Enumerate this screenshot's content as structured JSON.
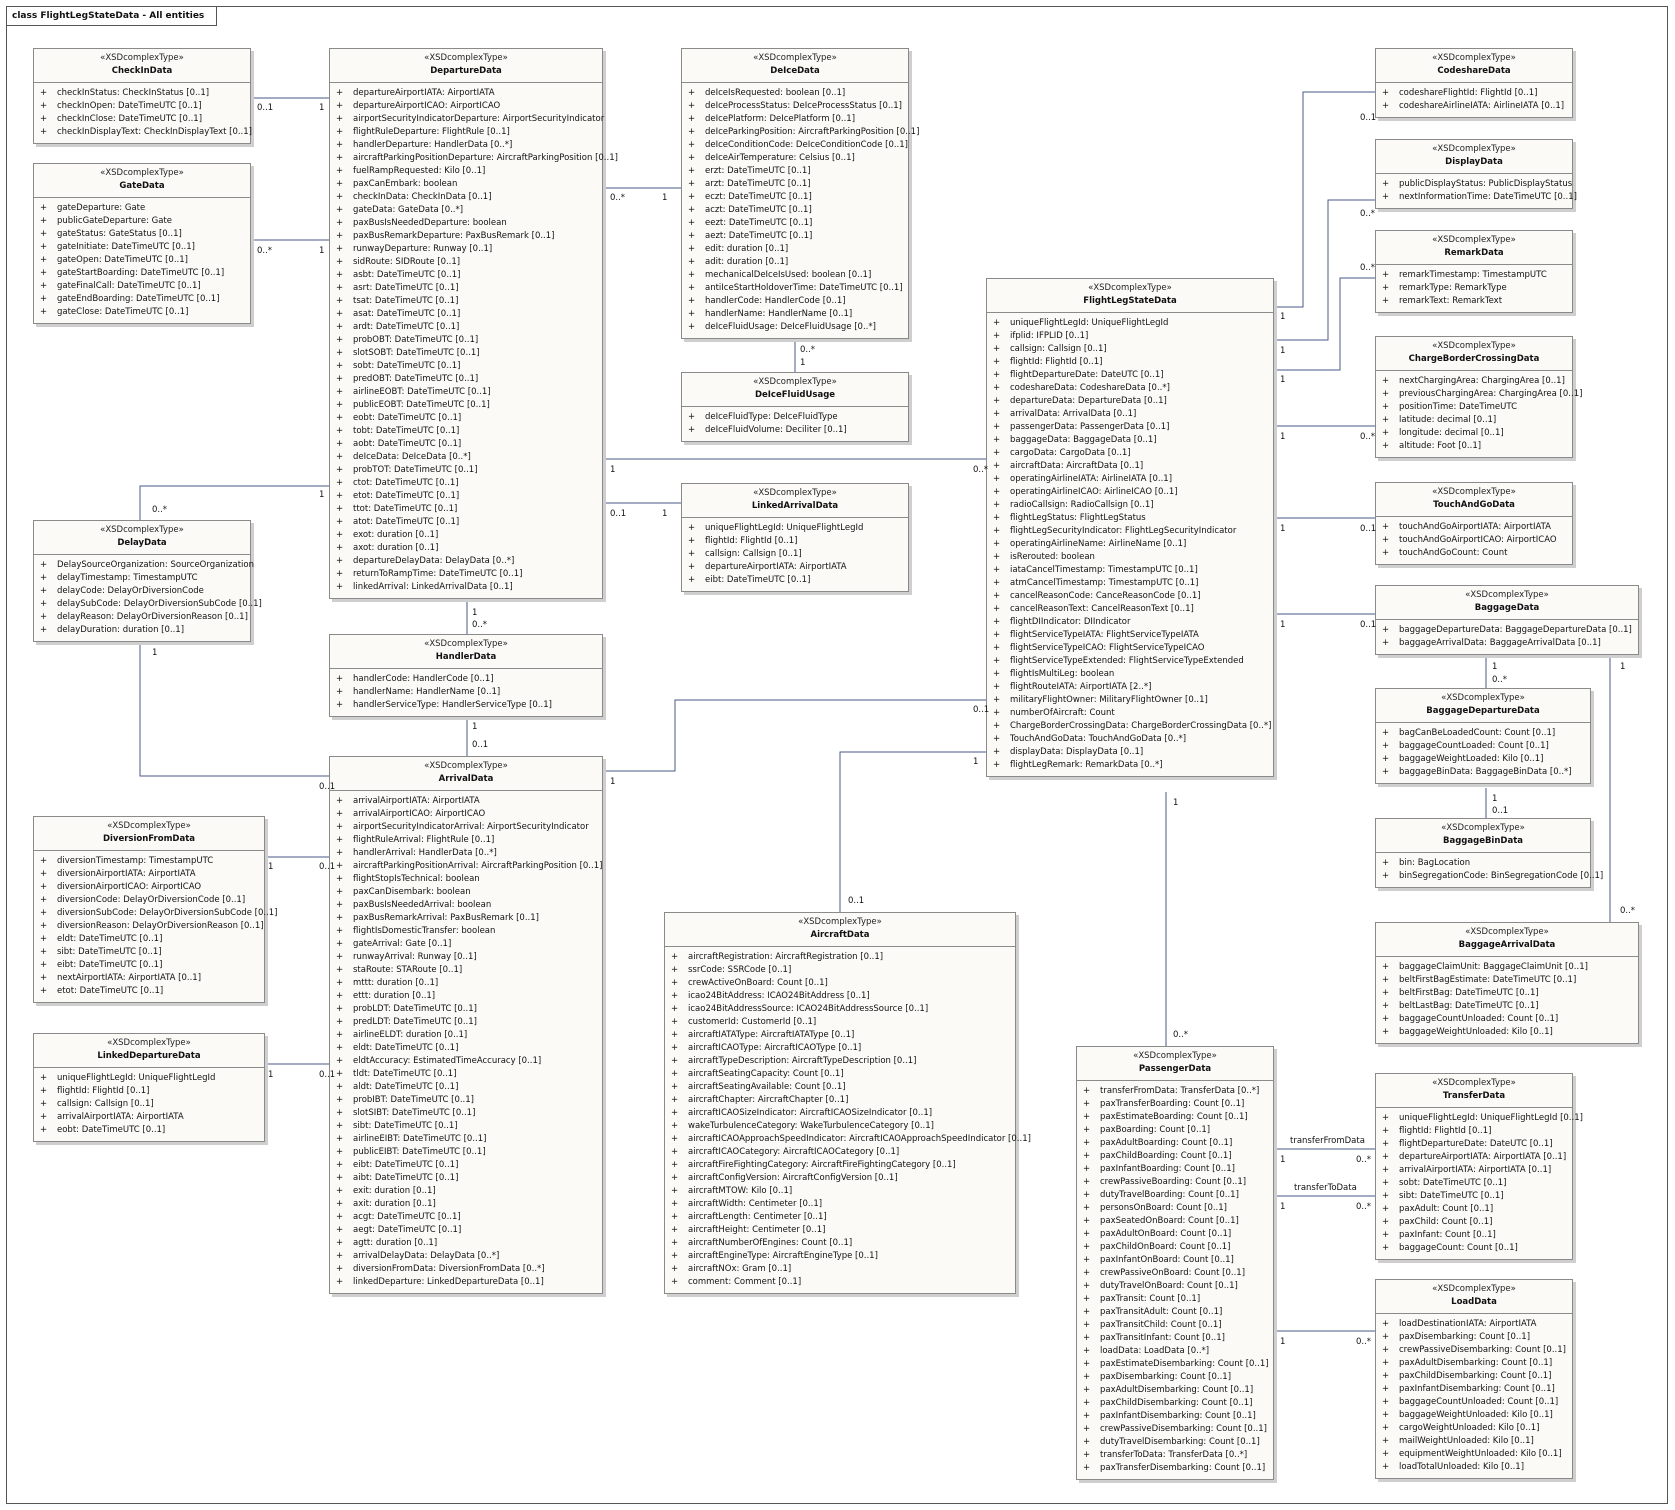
{
  "frame_title": "class FlightLegStateData - All entities",
  "stereotype": "«XSDcomplexType»",
  "visibility": "+",
  "classes": {
    "CheckInData": {
      "name": "CheckInData",
      "attrs": [
        "checkInStatus: CheckInStatus [0..1]",
        "checkInOpen: DateTimeUTC [0..1]",
        "checkInClose: DateTimeUTC [0..1]",
        "checkInDisplayText: CheckInDisplayText [0..1]"
      ]
    },
    "GateData": {
      "name": "GateData",
      "attrs": [
        "gateDeparture: Gate",
        "publicGateDeparture: Gate",
        "gateStatus: GateStatus [0..1]",
        "gateInitiate: DateTimeUTC [0..1]",
        "gateOpen: DateTimeUTC [0..1]",
        "gateStartBoarding: DateTimeUTC [0..1]",
        "gateFinalCall: DateTimeUTC [0..1]",
        "gateEndBoarding: DateTimeUTC [0..1]",
        "gateClose: DateTimeUTC [0..1]"
      ]
    },
    "DelayData": {
      "name": "DelayData",
      "attrs": [
        "DelaySourceOrganization: SourceOrganization",
        "delayTimestamp: TimestampUTC",
        "delayCode: DelayOrDiversionCode",
        "delaySubCode: DelayOrDiversionSubCode [0..1]",
        "delayReason: DelayOrDiversionReason [0..1]",
        "delayDuration: duration [0..1]"
      ]
    },
    "DiversionFromData": {
      "name": "DiversionFromData",
      "attrs": [
        "diversionTimestamp: TimestampUTC",
        "diversionAirportIATA: AirportIATA",
        "diversionAirportICAO: AirportICAO",
        "diversionCode: DelayOrDiversionCode [0..1]",
        "diversionSubCode: DelayOrDiversionSubCode [0..1]",
        "diversionReason: DelayOrDiversionReason [0..1]",
        "eldt: DateTimeUTC [0..1]",
        "sibt: DateTimeUTC [0..1]",
        "eibt: DateTimeUTC [0..1]",
        "nextAirportIATA: AirportIATA [0..1]",
        "etot: DateTimeUTC [0..1]"
      ]
    },
    "LinkedDepartureData": {
      "name": "LinkedDepartureData",
      "attrs": [
        "uniqueFlightLegId: UniqueFlightLegId",
        "flightId: FlightId [0..1]",
        "callsign: Callsign [0..1]",
        "arrivalAirportIATA: AirportIATA",
        "eobt: DateTimeUTC [0..1]"
      ]
    },
    "DepartureData": {
      "name": "DepartureData",
      "attrs": [
        "departureAirportIATA: AirportIATA",
        "departureAirportICAO: AirportICAO",
        "airportSecurityIndicatorDeparture: AirportSecurityIndicator",
        "flightRuleDeparture: FlightRule [0..1]",
        "handlerDeparture: HandlerData [0..*]",
        "aircraftParkingPositionDeparture: AircraftParkingPosition [0..1]",
        "fuelRampRequested: Kilo [0..1]",
        "paxCanEmbark: boolean",
        "checkInData: CheckInData [0..1]",
        "gateData: GateData [0..*]",
        "paxBusIsNeededDeparture: boolean",
        "paxBusRemarkDeparture: PaxBusRemark [0..1]",
        "runwayDeparture: Runway [0..1]",
        "sidRoute: SIDRoute [0..1]",
        "asbt: DateTimeUTC [0..1]",
        "asrt: DateTimeUTC [0..1]",
        "tsat: DateTimeUTC [0..1]",
        "asat: DateTimeUTC [0..1]",
        "ardt: DateTimeUTC [0..1]",
        "probOBT: DateTimeUTC [0..1]",
        "slotSOBT: DateTimeUTC [0..1]",
        "sobt: DateTimeUTC [0..1]",
        "predOBT: DateTimeUTC [0..1]",
        "airlineEOBT: DateTimeUTC [0..1]",
        "publicEOBT: DateTimeUTC [0..1]",
        "eobt: DateTimeUTC [0..1]",
        "tobt: DateTimeUTC [0..1]",
        "aobt: DateTimeUTC [0..1]",
        "deIceData: DeIceData [0..*]",
        "probTOT: DateTimeUTC [0..1]",
        "ctot: DateTimeUTC [0..1]",
        "etot: DateTimeUTC [0..1]",
        "ttot: DateTimeUTC [0..1]",
        "atot: DateTimeUTC [0..1]",
        "exot: duration [0..1]",
        "axot: duration [0..1]",
        "departureDelayData: DelayData [0..*]",
        "returnToRampTime: DateTimeUTC [0..1]",
        "linkedArrival: LinkedArrivalData [0..1]"
      ]
    },
    "HandlerData": {
      "name": "HandlerData",
      "attrs": [
        "handlerCode: HandlerCode [0..1]",
        "handlerName: HandlerName [0..1]",
        "handlerServiceType: HandlerServiceType [0..1]"
      ]
    },
    "ArrivalData": {
      "name": "ArrivalData",
      "attrs": [
        "arrivalAirportIATA: AirportIATA",
        "arrivalAirportICAO: AirportICAO",
        "airportSecurityIndicatorArrival: AirportSecurityIndicator",
        "flightRuleArrival: FlightRule [0..1]",
        "handlerArrival: HandlerData [0..*]",
        "aircraftParkingPositionArrival: AircraftParkingPosition [0..1]",
        "flightStopIsTechnical: boolean",
        "paxCanDisembark: boolean",
        "paxBusIsNeededArrival: boolean",
        "paxBusRemarkArrival: PaxBusRemark [0..1]",
        "flightIsDomesticTransfer: boolean",
        "gateArrival: Gate [0..1]",
        "runwayArrival: Runway [0..1]",
        "staRoute: STARoute [0..1]",
        "mttt: duration [0..1]",
        "ettt: duration [0..1]",
        "probLDT: DateTimeUTC [0..1]",
        "predLDT: DateTimeUTC [0..1]",
        "airlineELDT: duration [0..1]",
        "eldt: DateTimeUTC [0..1]",
        "eldtAccuracy: EstimatedTimeAccuracy [0..1]",
        "tldt: DateTimeUTC [0..1]",
        "aldt: DateTimeUTC [0..1]",
        "probIBT: DateTimeUTC [0..1]",
        "slotSIBT: DateTimeUTC [0..1]",
        "sibt: DateTimeUTC [0..1]",
        "airlineEIBT: DateTimeUTC [0..1]",
        "publicEIBT: DateTimeUTC [0..1]",
        "eibt: DateTimeUTC [0..1]",
        "aibt: DateTimeUTC [0..1]",
        "exit: duration [0..1]",
        "axit: duration [0..1]",
        "acgt: DateTimeUTC [0..1]",
        "aegt: DateTimeUTC [0..1]",
        "agtt: duration [0..1]",
        "arrivalDelayData: DelayData [0..*]",
        "diversionFromData: DiversionFromData [0..*]",
        "linkedDeparture: LinkedDepartureData [0..1]"
      ]
    },
    "DeIceData": {
      "name": "DeIceData",
      "attrs": [
        "deIceIsRequested: boolean [0..1]",
        "deIceProcessStatus: DeIceProcessStatus [0..1]",
        "deIcePlatform: DeIcePlatform [0..1]",
        "deIceParkingPosition: AircraftParkingPosition [0..1]",
        "deIceConditionCode: DeIceConditionCode [0..1]",
        "deIceAirTemperature: Celsius [0..1]",
        "erzt: DateTimeUTC [0..1]",
        "arzt: DateTimeUTC [0..1]",
        "eczt: DateTimeUTC [0..1]",
        "aczt: DateTimeUTC [0..1]",
        "eezt: DateTimeUTC [0..1]",
        "aezt: DateTimeUTC [0..1]",
        "edit: duration [0..1]",
        "adit: duration [0..1]",
        "mechanicalDeIceIsUsed: boolean [0..1]",
        "antiIceStartHoldoverTime: DateTimeUTC [0..1]",
        "handlerCode: HandlerCode [0..1]",
        "handlerName: HandlerName [0..1]",
        "deIceFluidUsage: DeIceFluidUsage [0..*]"
      ]
    },
    "DeIceFluidUsage": {
      "name": "DeIceFluidUsage",
      "attrs": [
        "deIceFluidType: DeIceFluidType",
        "deIceFluidVolume: Deciliter [0..1]"
      ]
    },
    "LinkedArrivalData": {
      "name": "LinkedArrivalData",
      "attrs": [
        "uniqueFlightLegId: UniqueFlightLegId",
        "flightId: FlightId [0..1]",
        "callsign: Callsign [0..1]",
        "departureAirportIATA: AirportIATA",
        "eibt: DateTimeUTC [0..1]"
      ]
    },
    "AircraftData": {
      "name": "AircraftData",
      "attrs": [
        "aircraftRegistration: AircraftRegistration [0..1]",
        "ssrCode: SSRCode [0..1]",
        "crewActiveOnBoard: Count [0..1]",
        "icao24BitAddress: ICAO24BitAddress [0..1]",
        "icao24BitAddressSource: ICAO24BitAddressSource [0..1]",
        "customerId: CustomerId [0..1]",
        "aircraftIATAType: AircraftIATAType [0..1]",
        "aircraftICAOType: AircraftICAOType [0..1]",
        "aircraftTypeDescription: AircraftTypeDescription [0..1]",
        "aircraftSeatingCapacity: Count [0..1]",
        "aircraftSeatingAvailable: Count [0..1]",
        "aircraftChapter: AircraftChapter [0..1]",
        "aircraftICAOSizeIndicator: AircraftICAOSizeIndicator [0..1]",
        "wakeTurbulenceCategory: WakeTurbulenceCategory [0..1]",
        "aircraftICAOApproachSpeedIndicator: AircraftICAOApproachSpeedIndicator [0..1]",
        "aircraftICAOCategory: AircraftICAOCategory [0..1]",
        "aircraftFireFightingCategory: AircraftFireFightingCategory [0..1]",
        "aircraftConfigVersion: AircraftConfigVersion [0..1]",
        "aircraftMTOW: Kilo [0..1]",
        "aircraftWidth: Centimeter [0..1]",
        "aircraftLength: Centimeter [0..1]",
        "aircraftHeight: Centimeter [0..1]",
        "aircraftNumberOfEngines: Count [0..1]",
        "aircraftEngineType: AircraftEngineType [0..1]",
        "aircraftNOx: Gram [0..1]",
        "comment: Comment [0..1]"
      ]
    },
    "FlightLegStateData": {
      "name": "FlightLegStateData",
      "attrs": [
        "uniqueFlightLegId: UniqueFlightLegId",
        "ifplid: IFPLID [0..1]",
        "callsign: Callsign [0..1]",
        "flightId: FlightId [0..1]",
        "flightDepartureDate: DateUTC [0..1]",
        "codeshareData: CodeshareData [0..*]",
        "departureData: DepartureData [0..1]",
        "arrivalData: ArrivalData [0..1]",
        "passengerData: PassengerData [0..1]",
        "baggageData: BaggageData [0..1]",
        "cargoData: CargoData [0..1]",
        "aircraftData: AircraftData [0..1]",
        "operatingAirlineIATA: AirlineIATA [0..1]",
        "operatingAirlineICAO: AirlineICAO [0..1]",
        "radioCallsign: RadioCallsign [0..1]",
        "flightLegStatus: FlightLegStatus",
        "flightLegSecurityIndicator: FlightLegSecurityIndicator",
        "operatingAirlineName: AirlineName [0..1]",
        "isRerouted: boolean",
        "iataCancelTimestamp: TimestampUTC [0..1]",
        "atmCancelTimestamp: TimestampUTC [0..1]",
        "cancelReasonCode: CanceReasonCode [0..1]",
        "cancelReasonText: CancelReasonText [0..1]",
        "flightDIIndicator: DIIndicator",
        "flightServiceTypeIATA: FlightServiceTypeIATA",
        "flightServiceTypeICAO: FlightServiceTypeICAO",
        "flightServiceTypeExtended: FlightServiceTypeExtended",
        "flightIsMultiLeg: boolean",
        "flightRouteIATA: AirportIATA [2..*]",
        "militaryFlightOwner: MilitaryFlightOwner [0..1]",
        "numberOfAircraft: Count",
        "ChargeBorderCrossingData: ChargeBorderCrossingData [0..*]",
        "TouchAndGoData: TouchAndGoData [0..*]",
        "displayData: DisplayData [0..1]",
        "flightLegRemark: RemarkData [0..*]"
      ]
    },
    "PassengerData": {
      "name": "PassengerData",
      "attrs": [
        "transferFromData: TransferData [0..*]",
        "paxTransferBoarding: Count [0..1]",
        "paxEstimateBoarding: Count [0..1]",
        "paxBoarding: Count [0..1]",
        "paxAdultBoarding: Count [0..1]",
        "paxChildBoarding: Count [0..1]",
        "paxInfantBoarding: Count [0..1]",
        "crewPassiveBoarding: Count [0..1]",
        "dutyTravelBoarding: Count [0..1]",
        "personsOnBoard: Count [0..1]",
        "paxSeatedOnBoard: Count [0..1]",
        "paxAdultOnBoard: Count [0..1]",
        "paxChildOnBoard: Count [0..1]",
        "paxInfantOnBoard: Count [0..1]",
        "crewPassiveOnBoard: Count [0..1]",
        "dutyTravelOnBoard: Count [0..1]",
        "paxTransit: Count [0..1]",
        "paxTransitAdult: Count [0..1]",
        "paxTransitChild: Count [0..1]",
        "paxTransitInfant: Count [0..1]",
        "loadData: LoadData [0..*]",
        "paxEstimateDisembarking: Count [0..1]",
        "paxDisembarking: Count [0..1]",
        "paxAdultDisembarking: Count [0..1]",
        "paxChildDisembarking: Count [0..1]",
        "paxInfantDisembarking: Count [0..1]",
        "crewPassiveDisembarking: Count [0..1]",
        "dutyTravelDisembarking: Count [0..1]",
        "transferToData: TransferData [0..*]",
        "paxTransferDisembarking: Count [0..1]"
      ]
    },
    "CodeshareData": {
      "name": "CodeshareData",
      "attrs": [
        "codeshareFlightId: FlightId [0..1]",
        "codeshareAirlineIATA: AirlineIATA [0..1]"
      ]
    },
    "DisplayData": {
      "name": "DisplayData",
      "attrs": [
        "publicDisplayStatus: PublicDisplayStatus",
        "nextInformationTime: DateTimeUTC [0..1]"
      ]
    },
    "RemarkData": {
      "name": "RemarkData",
      "attrs": [
        "remarkTimestamp: TimestampUTC",
        "remarkType: RemarkType",
        "remarkText: RemarkText"
      ]
    },
    "ChargeBorderCrossingData": {
      "name": "ChargeBorderCrossingData",
      "attrs": [
        "nextChargingArea: ChargingArea [0..1]",
        "previousChargingArea: ChargingArea [0..1]",
        "positionTime: DateTimeUTC",
        "latitude: decimal [0..1]",
        "longitude: decimal [0..1]",
        "altitude: Foot [0..1]"
      ]
    },
    "TouchAndGoData": {
      "name": "TouchAndGoData",
      "attrs": [
        "touchAndGoAirportIATA: AirportIATA",
        "touchAndGoAirportICAO: AirportICAO",
        "touchAndGoCount: Count"
      ]
    },
    "BaggageData": {
      "name": "BaggageData",
      "attrs": [
        "baggageDepartureData: BaggageDepartureData [0..1]",
        "baggageArrivalData: BaggageArrivalData [0..1]"
      ]
    },
    "BaggageDepartureData": {
      "name": "BaggageDepartureData",
      "attrs": [
        "bagCanBeLoadedCount: Count [0..1]",
        "baggageCountLoaded: Count [0..1]",
        "baggageWeightLoaded: Kilo [0..1]",
        "baggageBinData: BaggageBinData [0..*]"
      ]
    },
    "BaggageBinData": {
      "name": "BaggageBinData",
      "attrs": [
        "bin: BagLocation",
        "binSegregationCode: BinSegregationCode [0..1]"
      ]
    },
    "BaggageArrivalData": {
      "name": "BaggageArrivalData",
      "attrs": [
        "baggageClaimUnit: BaggageClaimUnit [0..1]",
        "beltFirstBagEstimate: DateTimeUTC [0..1]",
        "beltFirstBag: DateTimeUTC [0..1]",
        "beltLastBag: DateTimeUTC [0..1]",
        "baggageCountUnloaded: Count [0..1]",
        "baggageWeightUnloaded: Kilo [0..1]"
      ]
    },
    "TransferData": {
      "name": "TransferData",
      "attrs": [
        "uniqueFlightLegId: UniqueFlightLegId [0..1]",
        "flightId: FlightId [0..1]",
        "flightDepartureDate: DateUTC [0..1]",
        "departureAirportIATA: AirportIATA [0..1]",
        "arrivalAirportIATA: AirportIATA [0..1]",
        "sobt: DateTimeUTC [0..1]",
        "sibt: DateTimeUTC [0..1]",
        "paxAdult: Count [0..1]",
        "paxChild: Count [0..1]",
        "paxInfant: Count [0..1]",
        "baggageCount: Count [0..1]"
      ]
    },
    "LoadData": {
      "name": "LoadData",
      "attrs": [
        "loadDestinationIATA: AirportIATA",
        "paxDisembarking: Count [0..1]",
        "crewPassiveDisembarking: Count [0..1]",
        "paxAdultDisembarking: Count [0..1]",
        "paxChildDisembarking: Count [0..1]",
        "paxInfantDisembarking: Count [0..1]",
        "baggageCountUnloaded: Count [0..1]",
        "baggageWeightUnloaded: Kilo [0..1]",
        "cargoWeightUnloaded: Kilo [0..1]",
        "mailWeightUnloaded: Kilo [0..1]",
        "equipmentWeightUnloaded: Kilo [0..1]",
        "loadTotalUnloaded: Kilo [0..1]"
      ]
    }
  },
  "multiplicities": [
    "0..1",
    "1",
    "0..*",
    "1",
    "0..*",
    "1",
    "0..*",
    "1",
    "0..*",
    "1",
    "1",
    "0..*",
    "0..1",
    "1",
    "1",
    "0..*",
    "1",
    "0..1",
    "1",
    "0..1",
    "1",
    "0..1",
    "1",
    "0..1",
    "1",
    "0..1",
    "0..1",
    "1",
    "1",
    "0..*",
    "1",
    "0..1",
    "1",
    "0..*",
    "1",
    "0..*",
    "1",
    "0..*",
    "1",
    "0..1",
    "1",
    "0..1",
    "1",
    "0..*",
    "1",
    "0..1",
    "1",
    "0..*",
    "1",
    "0..*"
  ],
  "edge_labels": [
    "transferFromData",
    "transferToData"
  ]
}
